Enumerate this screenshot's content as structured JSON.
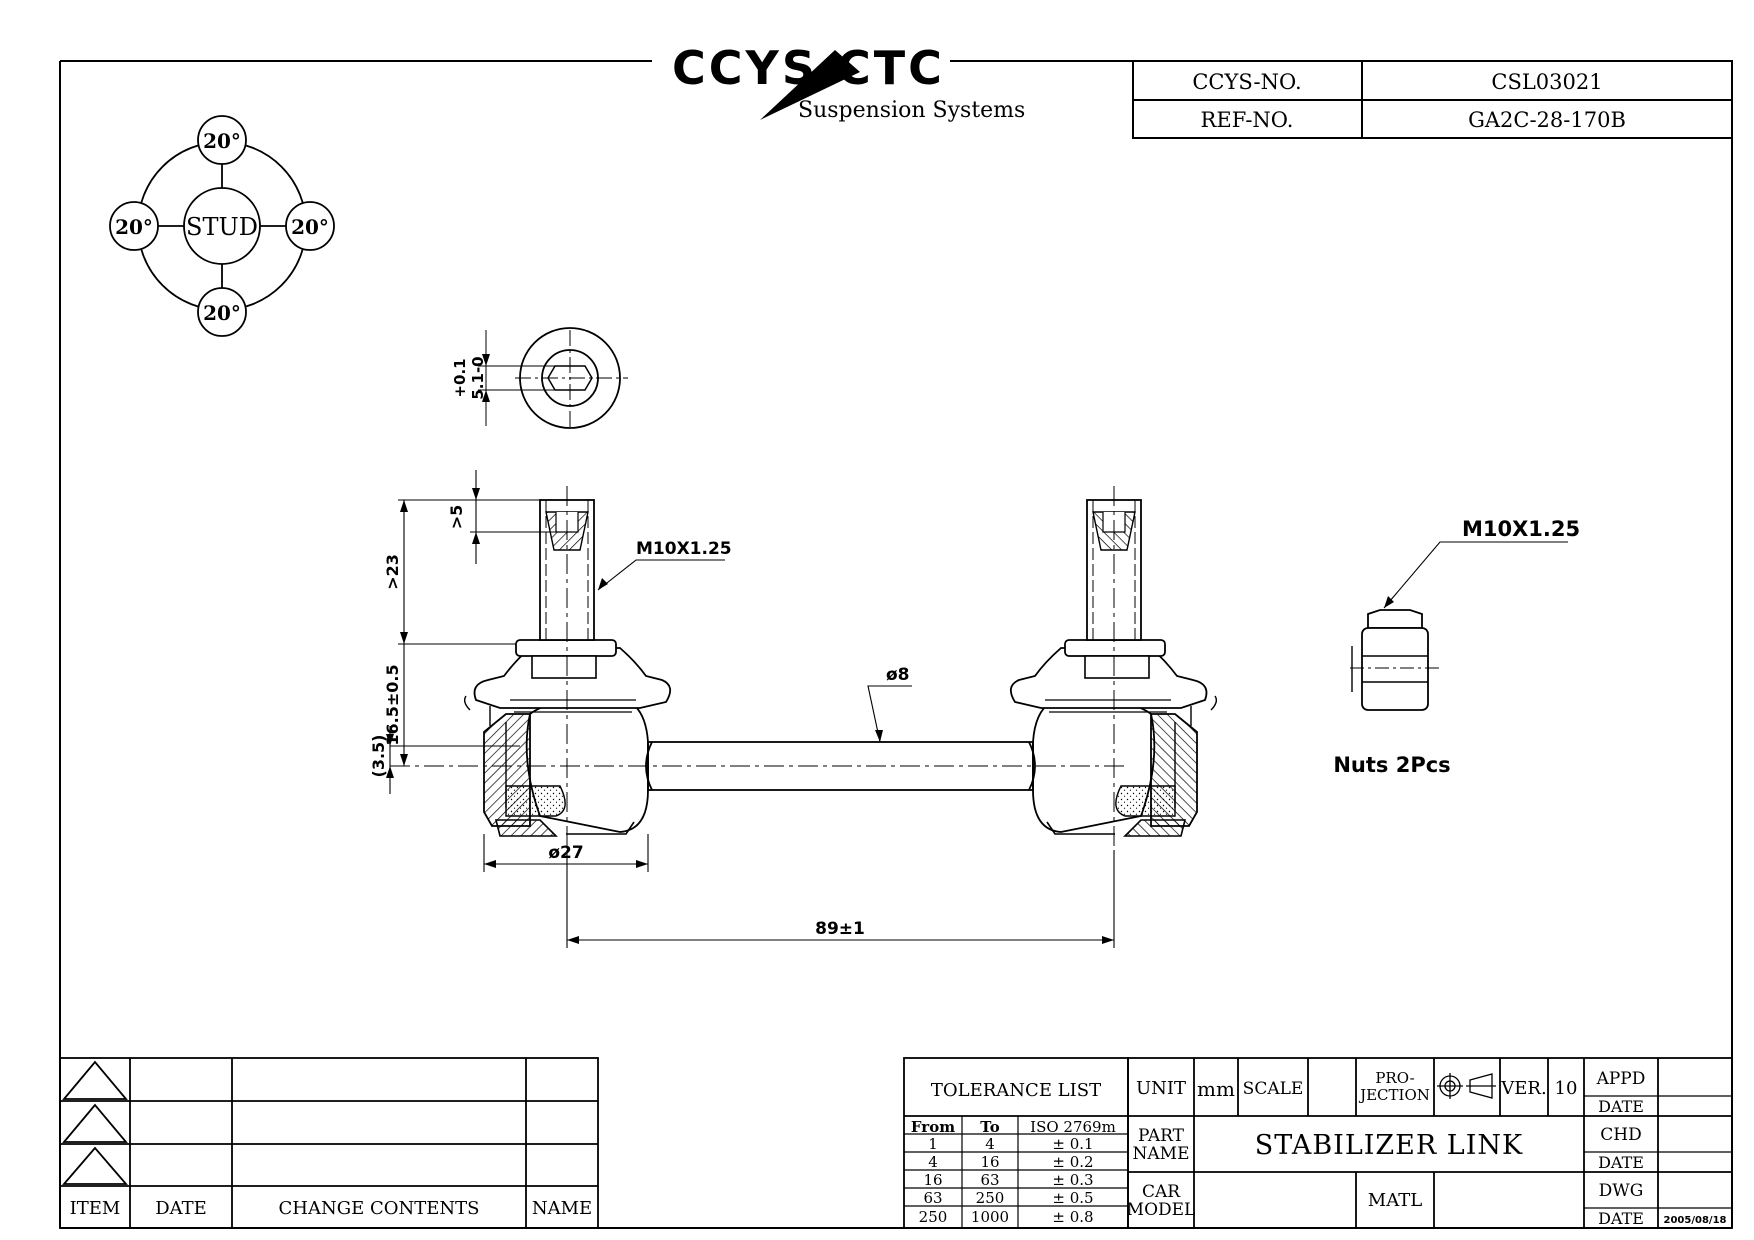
{
  "logo": {
    "mark": "CCYS CTC",
    "subtitle": "Suspension Systems"
  },
  "header_table": {
    "ccys_label": "CCYS-NO.",
    "ccys_value": "CSL03021",
    "ref_label": "REF-NO.",
    "ref_value": "GA2C-28-170B"
  },
  "stud_diagram": {
    "center": "STUD",
    "angles": [
      "20°",
      "20°",
      "20°",
      "20°"
    ]
  },
  "dimensions": {
    "hex_tolerance": "5.1-0",
    "hex_plus": "+0.1",
    "thread_left": "M10X1.25",
    "thread_nut": "M10X1.25",
    "tip_depth": ">5",
    "stud_length": ">23",
    "height": "16.5±0.5",
    "offset": "(3.5)",
    "rod_dia": "ø8",
    "ball_dia": "ø27",
    "center_distance": "89±1"
  },
  "nuts_label": "Nuts 2Pcs",
  "revision_table": {
    "headers": [
      "ITEM",
      "DATE",
      "CHANGE CONTENTS",
      "NAME"
    ]
  },
  "tolerance": {
    "title": "TOLERANCE LIST",
    "headers": [
      "From",
      "To",
      "ISO 2769m"
    ],
    "rows": [
      [
        "1",
        "4",
        "± 0.1"
      ],
      [
        "4",
        "16",
        "± 0.2"
      ],
      [
        "16",
        "63",
        "± 0.3"
      ],
      [
        "63",
        "250",
        "± 0.5"
      ],
      [
        "250",
        "1000",
        "± 0.8"
      ]
    ]
  },
  "title_block": {
    "unit_label": "UNIT",
    "unit_value": "mm",
    "scale_label": "SCALE",
    "projection_label_1": "PRO-",
    "projection_label_2": "JECTION",
    "ver_label": "VER.",
    "ver_value": "10",
    "part_name_label_1": "PART",
    "part_name_label_2": "NAME",
    "part_name_value": "STABILIZER LINK",
    "car_model_label_1": "CAR",
    "car_model_label_2": "MODEL",
    "matl_label": "MATL",
    "appd_label": "APPD",
    "chd_label": "CHD",
    "dwg_label": "DWG",
    "date_label": "DATE",
    "dwg_date": "2005/08/18"
  }
}
